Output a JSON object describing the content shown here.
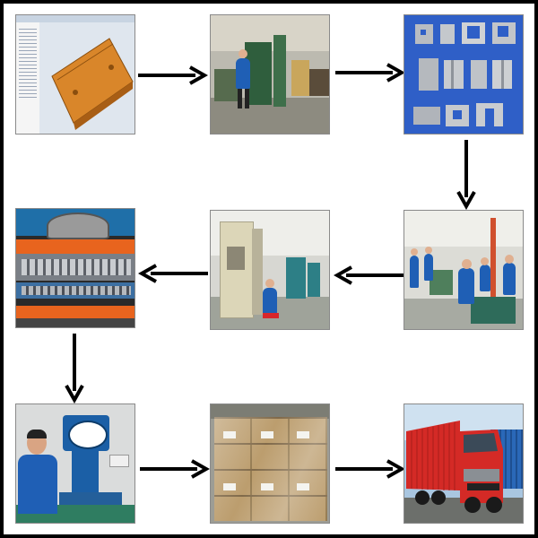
{
  "diagram": {
    "flow_order": [
      "cad-design",
      "workshop-machining",
      "die-parts",
      "assembly-workshop",
      "press-machines",
      "stamping-die",
      "inspection",
      "packing",
      "shipping"
    ],
    "colors": {
      "background": "#ffffff",
      "outer_border": "#000000",
      "arrow": "#000000",
      "worker_uniform": "#1f5fb5",
      "truck_red": "#d42a26",
      "box_brown": "#b89866",
      "die_orange": "#e8641e",
      "cad_part": "#d9862a"
    }
  }
}
